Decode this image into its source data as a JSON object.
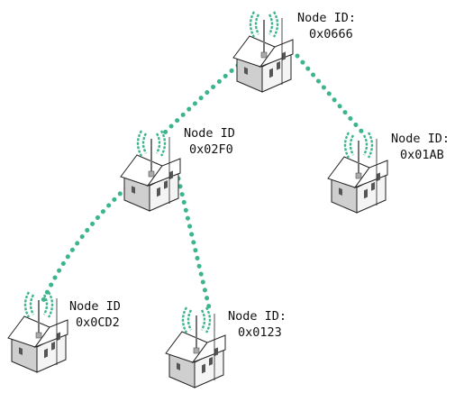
{
  "colors": {
    "link": "#3db58a",
    "antenna": "#3db58a",
    "roof": "#ffffff",
    "wall_front": "#f4f4f4",
    "wall_side": "#cfcfcf",
    "window": "#555555",
    "outline": "#222222"
  },
  "icons": {
    "node": "house-with-antenna-icon",
    "antenna": "wireless-signal-icon"
  },
  "nodes": [
    {
      "id": "root",
      "label_line1": "Node ID:",
      "label_line2": "0x0666"
    },
    {
      "id": "n02f0",
      "label_line1": "Node ID",
      "label_line2": "0x02F0"
    },
    {
      "id": "n01ab",
      "label_line1": "Node ID:",
      "label_line2": "0x01AB"
    },
    {
      "id": "n0cd2",
      "label_line1": "Node ID",
      "label_line2": "0x0CD2"
    },
    {
      "id": "n0123",
      "label_line1": "Node ID:",
      "label_line2": "0x0123"
    }
  ],
  "links": [
    {
      "from": "root",
      "to": "n02f0"
    },
    {
      "from": "root",
      "to": "n01ab"
    },
    {
      "from": "n02f0",
      "to": "n0cd2"
    },
    {
      "from": "n02f0",
      "to": "n0123"
    }
  ]
}
